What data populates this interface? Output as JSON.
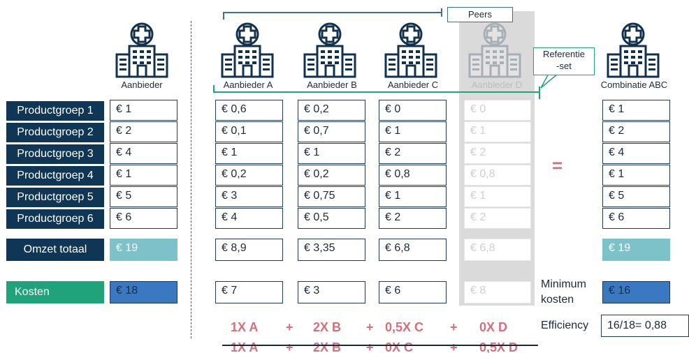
{
  "labels": {
    "aanbieder": "Aanbieder",
    "peers": "Peers",
    "referentie_line1": "Referentie",
    "referentie_line2": "-set",
    "equals": "=",
    "minimum_line1": "Minimum",
    "minimum_line2": "kosten",
    "efficiency": "Efficiency",
    "efficiency_value": "16/18= 0,88"
  },
  "productgroepen": [
    "Productgroep 1",
    "Productgroep 2",
    "Productgroep 3",
    "Productgroep 4",
    "Productgroep 5",
    "Productgroep 6"
  ],
  "omzet_label": "Omzet totaal",
  "kosten_label": "Kosten",
  "aanbieder": {
    "values": [
      "€ 1",
      "€ 2",
      "€ 4",
      "€ 1",
      "€ 5",
      "€ 6"
    ],
    "omzet": "€ 19",
    "kosten": "€ 18"
  },
  "peers": [
    {
      "name": "Aanbieder A",
      "values": [
        "€ 0,6",
        "€ 0,1",
        "€ 1",
        "€ 0,2",
        "€ 3",
        "€ 4"
      ],
      "omzet": "€ 8,9",
      "kosten": "€ 7"
    },
    {
      "name": "Aanbieder B",
      "values": [
        "€ 0,2",
        "€ 0,7",
        "€ 1",
        "€ 0,2",
        "€ 0,75",
        "€ 0,5"
      ],
      "omzet": "€ 3,35",
      "kosten": "€ 3"
    },
    {
      "name": "Aanbieder C",
      "values": [
        "€ 0",
        "€ 1",
        "€ 2",
        "€ 0,8",
        "€ 1",
        "€ 2"
      ],
      "omzet": "€ 6,8",
      "kosten": "€ 6"
    },
    {
      "name": "Aanbieder D",
      "values": [
        "€ 0",
        "€ 1",
        "€ 2",
        "€ 0,8",
        "€ 1",
        "€ 2"
      ],
      "omzet": "€ 6,8",
      "kosten": "€ 8"
    }
  ],
  "combinatie": {
    "name": "Combinatie ABC",
    "values": [
      "€ 1",
      "€ 2",
      "€ 4",
      "€ 1",
      "€ 5",
      "€ 6"
    ],
    "omzet": "€ 19",
    "kosten": "€ 16"
  },
  "formula_1": [
    "1X A",
    "+",
    "2X B",
    "+",
    "0,5X C",
    "+",
    "0X  D"
  ],
  "formula_2": [
    "1X A",
    "+",
    "2X B",
    "+",
    "0X C",
    "+",
    "0,5X  D"
  ],
  "colors": {
    "navy": "#0f3655",
    "teal": "#20a27a",
    "light_teal": "#7cc2c8",
    "blue": "#3b78c2",
    "formula": "#d4707a"
  }
}
